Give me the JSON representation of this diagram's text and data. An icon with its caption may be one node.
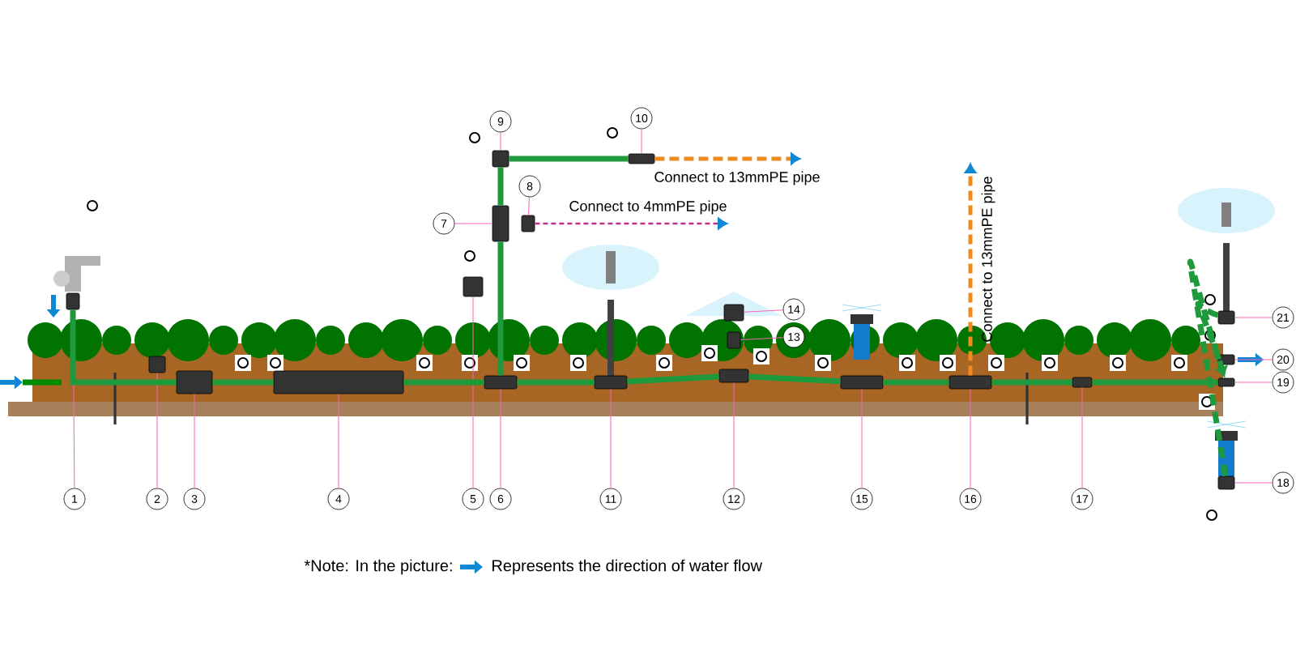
{
  "diagram": {
    "nodes": [
      {
        "text": [
          "1"
        ]
      },
      {
        "text": [
          "2"
        ]
      },
      {
        "text": [
          "3"
        ]
      },
      {
        "text": [
          "4"
        ]
      },
      {
        "text": [
          "5"
        ]
      },
      {
        "text": [
          "6"
        ]
      },
      {
        "text": [
          "7"
        ]
      },
      {
        "text": [
          "8"
        ]
      },
      {
        "text": [
          "9"
        ]
      },
      {
        "text": [
          "10"
        ]
      },
      {
        "text": [
          "11"
        ]
      },
      {
        "text": [
          "12"
        ]
      },
      {
        "text": [
          "13"
        ]
      },
      {
        "text": [
          "14"
        ]
      },
      {
        "text": [
          "15"
        ]
      },
      {
        "text": [
          "16"
        ]
      },
      {
        "text": [
          "17"
        ]
      },
      {
        "text": [
          "18"
        ]
      },
      {
        "text": [
          "19"
        ]
      },
      {
        "text": [
          "20"
        ]
      },
      {
        "text": [
          "21"
        ]
      },
      {
        "text": [],
        "shape": "box"
      },
      {
        "text": [],
        "shape": "box"
      },
      {
        "text": [],
        "shape": "box"
      },
      {
        "text": [],
        "shape": "box"
      },
      {
        "text": [],
        "shape": "box"
      },
      {
        "text": [],
        "shape": "box"
      },
      {
        "text": [],
        "shape": "box"
      },
      {
        "text": [],
        "shape": "box"
      },
      {
        "text": [],
        "shape": "box"
      },
      {
        "text": [],
        "shape": "box"
      },
      {
        "text": [],
        "shape": "box"
      },
      {
        "text": [],
        "shape": "box"
      },
      {
        "text": [],
        "shape": "box"
      },
      {
        "text": [],
        "shape": "box"
      },
      {
        "text": [],
        "shape": "box"
      },
      {
        "text": [],
        "shape": "box"
      },
      {
        "text": [],
        "shape": "box"
      },
      {
        "text": [],
        "shape": "box"
      },
      {
        "text": [],
        "shape": "box"
      },
      {
        "text": [],
        "shape": "box"
      },
      {
        "text": [],
        "shape": "box"
      }
    ],
    "edges": [
      {
        "from": 0,
        "to": 21,
        "arrow": "none"
      },
      {
        "from": 1,
        "to": 22,
        "arrow": "none"
      },
      {
        "from": 2,
        "to": 23,
        "arrow": "none"
      },
      {
        "from": 3,
        "to": 24,
        "arrow": "none"
      },
      {
        "from": 4,
        "to": 25,
        "arrow": "none"
      },
      {
        "from": 5,
        "to": 26,
        "arrow": "none"
      },
      {
        "from": 6,
        "to": 27,
        "arrow": "none"
      },
      {
        "from": 7,
        "to": 28,
        "arrow": "none"
      },
      {
        "from": 8,
        "to": 29,
        "arrow": "none"
      },
      {
        "from": 9,
        "to": 30,
        "arrow": "none"
      },
      {
        "from": 10,
        "to": 31,
        "arrow": "none"
      },
      {
        "from": 11,
        "to": 32,
        "arrow": "none"
      },
      {
        "from": 12,
        "to": 33,
        "arrow": "none"
      },
      {
        "from": 13,
        "to": 34,
        "arrow": "none"
      },
      {
        "from": 14,
        "to": 35,
        "arrow": "none"
      },
      {
        "from": 15,
        "to": 36,
        "arrow": "none"
      },
      {
        "from": 16,
        "to": 37,
        "arrow": "none"
      },
      {
        "from": 17,
        "to": 38,
        "arrow": "none"
      },
      {
        "from": 18,
        "to": 39,
        "arrow": "none"
      },
      {
        "from": 19,
        "to": 40,
        "arrow": "none"
      },
      {
        "from": 20,
        "to": 41,
        "arrow": "none"
      },
      {
        "from": 30,
        "to": null,
        "arrow": "to",
        "label": "Connect to 13mmPE pipe",
        "style": "dashed",
        "color": "#f08a1c"
      },
      {
        "from": 28,
        "to": null,
        "arrow": "to",
        "label": "Connect to 4mmPE pipe",
        "style": "dashed",
        "color": "#c0308c"
      },
      {
        "from": 36,
        "to": null,
        "arrow": "to",
        "label": "Connect to 13mmPE pipe",
        "style": "dashed",
        "color": "#f08a1c"
      },
      {
        "from": 21,
        "to": 23,
        "arrow": "none",
        "style": "thick",
        "color": "#1e9a3c"
      },
      {
        "from": 23,
        "to": 24,
        "arrow": "none",
        "style": "thick",
        "color": "#1e9a3c"
      },
      {
        "from": 24,
        "to": 26,
        "arrow": "none",
        "style": "thick",
        "color": "#1e9a3c"
      },
      {
        "from": 26,
        "to": 31,
        "arrow": "none",
        "style": "thick",
        "color": "#1e9a3c"
      },
      {
        "from": 31,
        "to": 32,
        "arrow": "none",
        "style": "thick",
        "color": "#1e9a3c"
      },
      {
        "from": 32,
        "to": 35,
        "arrow": "none",
        "style": "thick",
        "color": "#1e9a3c"
      },
      {
        "from": 35,
        "to": 36,
        "arrow": "none",
        "style": "thick",
        "color": "#1e9a3c"
      },
      {
        "from": 36,
        "to": 37,
        "arrow": "none",
        "style": "thick",
        "color": "#1e9a3c"
      },
      {
        "from": 37,
        "to": 39,
        "arrow": "none",
        "style": "thick",
        "color": "#1e9a3c"
      },
      {
        "from": 26,
        "to": 27,
        "arrow": "none",
        "style": "thick",
        "color": "#1e9a3c"
      },
      {
        "from": 27,
        "to": 29,
        "arrow": "none",
        "style": "thick",
        "color": "#1e9a3c"
      },
      {
        "from": 29,
        "to": 30,
        "arrow": "none",
        "style": "thick",
        "color": "#1e9a3c"
      },
      {
        "from": 41,
        "to": 39,
        "arrow": "to",
        "style": "dashed",
        "color": "#1e9a3c"
      },
      {
        "from": 38,
        "to": 39,
        "arrow": "none",
        "style": "dashed",
        "color": "#1e9a3c"
      }
    ],
    "labels": [
      "*Note: In the picture:"
    ],
    "legend": [
      {
        "text": "Represents the direction of water flow"
      }
    ]
  }
}
